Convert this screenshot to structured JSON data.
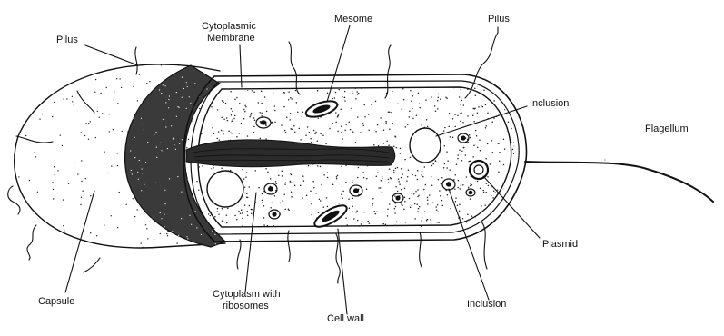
{
  "labels": {
    "pilus_left": "Pilus",
    "cytoplasmic_line1": "Cytoplasmic",
    "cytoplasmic_line2": "Membrane",
    "mesome": "Mesome",
    "pilus_right": "Pilus",
    "inclusion_top": "Inclusion",
    "flagellum": "Flagellum",
    "plasmid": "Plasmid",
    "inclusion_bottom": "Inclusion",
    "cell_wall": "Cell wall",
    "cytoplasm_line1": "Cytoplasm with",
    "cytoplasm_line2": "ribosomes",
    "capsule": "Capsule"
  }
}
